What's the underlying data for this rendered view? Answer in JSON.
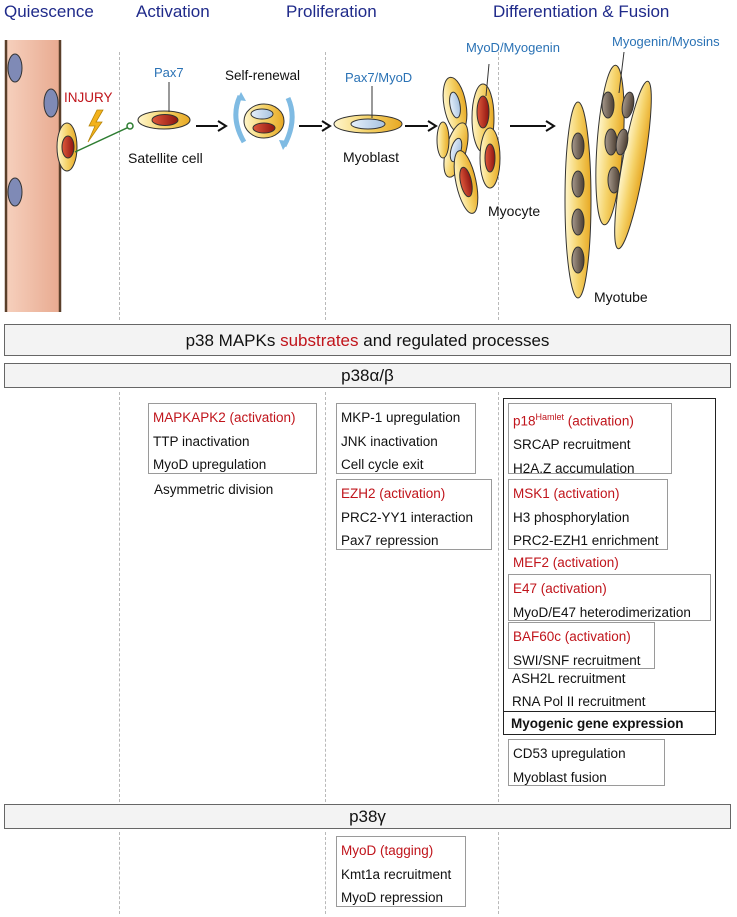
{
  "stages": [
    "Quiescence",
    "Activation",
    "Proliferation",
    "Differentiation & Fusion"
  ],
  "injury": "INJURY",
  "markers": {
    "pax7": "Pax7",
    "pax7_myod": "Pax7/MyoD",
    "myod_myogenin": "MyoD/Myogenin",
    "myogenin_myosins": "Myogenin/Myosins"
  },
  "cells": {
    "satellite": "Satellite cell",
    "self_renewal": "Self-renewal",
    "myoblast": "Myoblast",
    "myocyte": "Myocyte",
    "myotube": "Myotube"
  },
  "header": {
    "pre": "p38 MAPKs ",
    "highlight": "substrates",
    "post": " and regulated processes"
  },
  "p38ab": "p38α/β",
  "p38g": "p38γ",
  "activation_col": {
    "box": [
      "MAPKAPK2 (activation)",
      "TTP inactivation",
      "MyoD upregulation"
    ],
    "extra": "Asymmetric division"
  },
  "proliferation_col": {
    "box1": [
      "MKP-1 upregulation",
      "JNK inactivation",
      "Cell cycle exit"
    ],
    "box2": [
      "EZH2 (activation)",
      "PRC2-YY1 interaction",
      "Pax7 repression"
    ]
  },
  "differentiation_col": {
    "p18_name": "p18",
    "p18_sup": "Hamlet",
    "p18_suffix": " (activation)",
    "box1": [
      "SRCAP recruitment",
      "H2A.Z accumulation"
    ],
    "box2": [
      "MSK1 (activation)",
      "H3 phosphorylation",
      "PRC2-EZH1 enrichment"
    ],
    "mef2": "MEF2 (activation)",
    "box3": [
      "E47 (activation)",
      "MyoD/E47 heterodimerization"
    ],
    "box4": [
      "BAF60c (activation)",
      "SWI/SNF recruitment"
    ],
    "extra": [
      "ASH2L recruitment",
      "RNA Pol II recruitment"
    ],
    "result": "Myogenic gene expression",
    "box5": [
      "CD53 upregulation",
      "Myoblast fusion"
    ]
  },
  "gamma_col": [
    "MyoD (tagging)",
    "Kmt1a recruitment",
    "MyoD repression"
  ]
}
